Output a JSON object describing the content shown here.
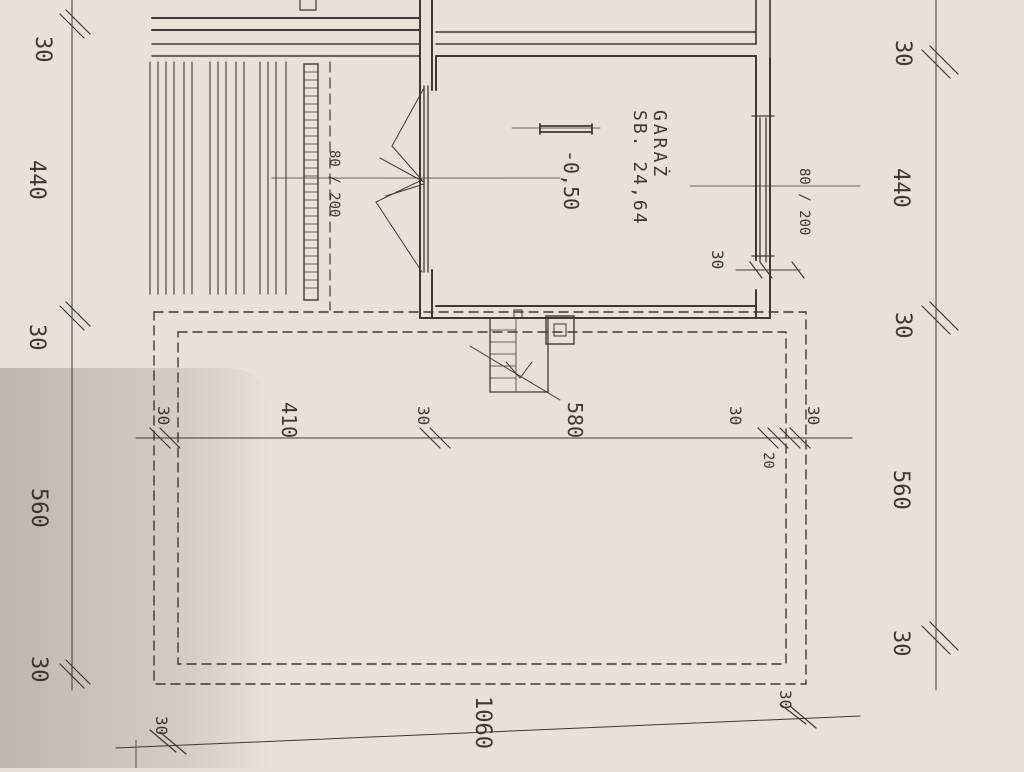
{
  "drawing": {
    "ink_color": "#3d3a35",
    "paper_color": "#e7e1d7",
    "dimensions_left": [
      "30",
      "440",
      "30",
      "560",
      "30"
    ],
    "dimensions_right": [
      "30",
      "440",
      "30",
      "560",
      "30"
    ],
    "total_length": "1060",
    "room_span": "410",
    "stair_height": "580",
    "room_label": "GARAŻ",
    "room_area": "SB. 24,64",
    "level_mark": "-0,50",
    "door_note": "80 / 200",
    "window_note": "80 / 200",
    "wall_marks": [
      "30",
      "30",
      "30",
      "30",
      "30",
      "20",
      "30",
      "30"
    ]
  }
}
